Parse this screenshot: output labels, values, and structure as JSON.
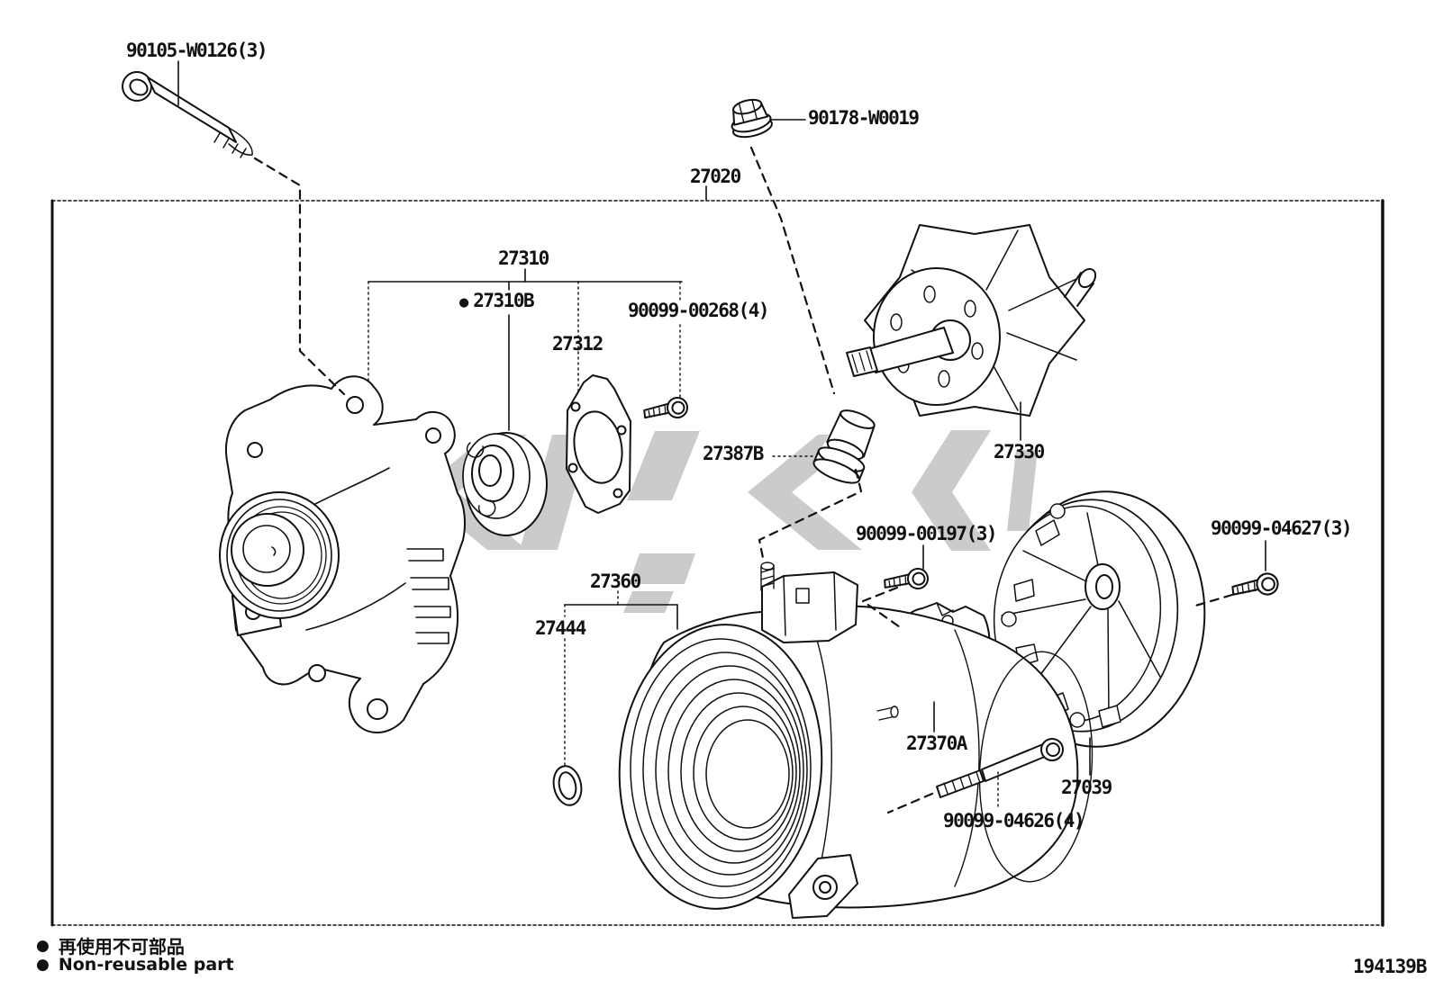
{
  "diagram": {
    "figure_code": "194139B",
    "main_assembly": "27020",
    "line_color": "#111111",
    "watermark_color": "#cbcbcb"
  },
  "legend": {
    "bullet": "●",
    "note_jp": "再使用不可部品",
    "note_en": "Non-reusable part"
  },
  "parts": [
    {
      "id": "90105-W0126",
      "label": "90105-W0126(3)"
    },
    {
      "id": "90178-W0019",
      "label": "90178-W0019"
    },
    {
      "id": "27020",
      "label": "27020"
    },
    {
      "id": "27310",
      "label": "27310"
    },
    {
      "id": "27310B",
      "label": "27310B",
      "bullet": "●",
      "non_reusable": true
    },
    {
      "id": "90099-00268",
      "label": "90099-00268(4)"
    },
    {
      "id": "27312",
      "label": "27312"
    },
    {
      "id": "27387B",
      "label": "27387B"
    },
    {
      "id": "27330",
      "label": "27330"
    },
    {
      "id": "90099-00197",
      "label": "90099-00197(3)"
    },
    {
      "id": "90099-04627",
      "label": "90099-04627(3)"
    },
    {
      "id": "27360",
      "label": "27360"
    },
    {
      "id": "27444",
      "label": "27444"
    },
    {
      "id": "27370A",
      "label": "27370A"
    },
    {
      "id": "27039",
      "label": "27039"
    },
    {
      "id": "90099-04626",
      "label": "90099-04626(4)"
    }
  ]
}
